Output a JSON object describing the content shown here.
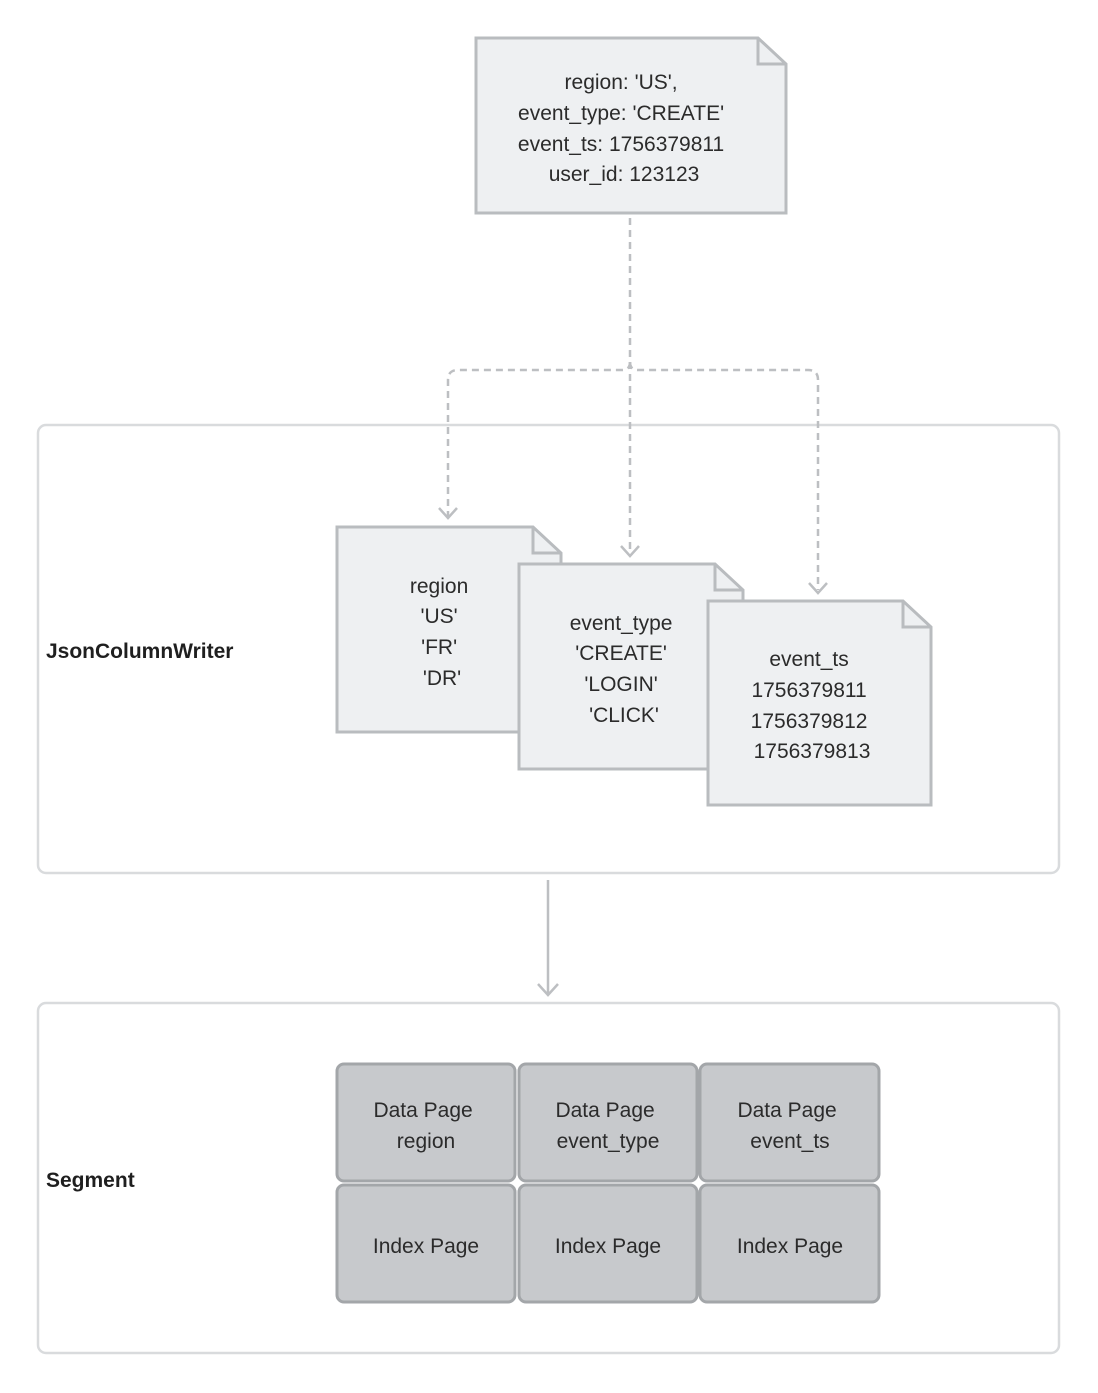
{
  "record": {
    "lines": [
      "region: 'US',",
      "event_type: 'CREATE'",
      "event_ts: 1756379811",
      "user_id: 123123"
    ]
  },
  "writer": {
    "label": "JsonColumnWriter",
    "columns": [
      {
        "lines": [
          "region",
          "'US'",
          "'FR'",
          "'DR'"
        ]
      },
      {
        "lines": [
          "event_type",
          "'CREATE'",
          "'LOGIN'",
          "'CLICK'"
        ]
      },
      {
        "lines": [
          "event_ts",
          "1756379811",
          "1756379812",
          "1756379813"
        ]
      }
    ]
  },
  "segment": {
    "label": "Segment",
    "data_pages": [
      {
        "lines": [
          "Data Page",
          "region"
        ]
      },
      {
        "lines": [
          "Data Page",
          "event_type"
        ]
      },
      {
        "lines": [
          "Data Page",
          "event_ts"
        ]
      }
    ],
    "index_pages": [
      {
        "label": "Index Page"
      },
      {
        "label": "Index Page"
      },
      {
        "label": "Index Page"
      }
    ]
  },
  "colors": {
    "doc_fill": "#eef0f2",
    "doc_stroke": "#b9bcbf",
    "page_fill": "#c7c9cc",
    "page_stroke": "#a3a6a9",
    "group_stroke": "#d9dbdd",
    "arrow": "#bdbfc2"
  }
}
